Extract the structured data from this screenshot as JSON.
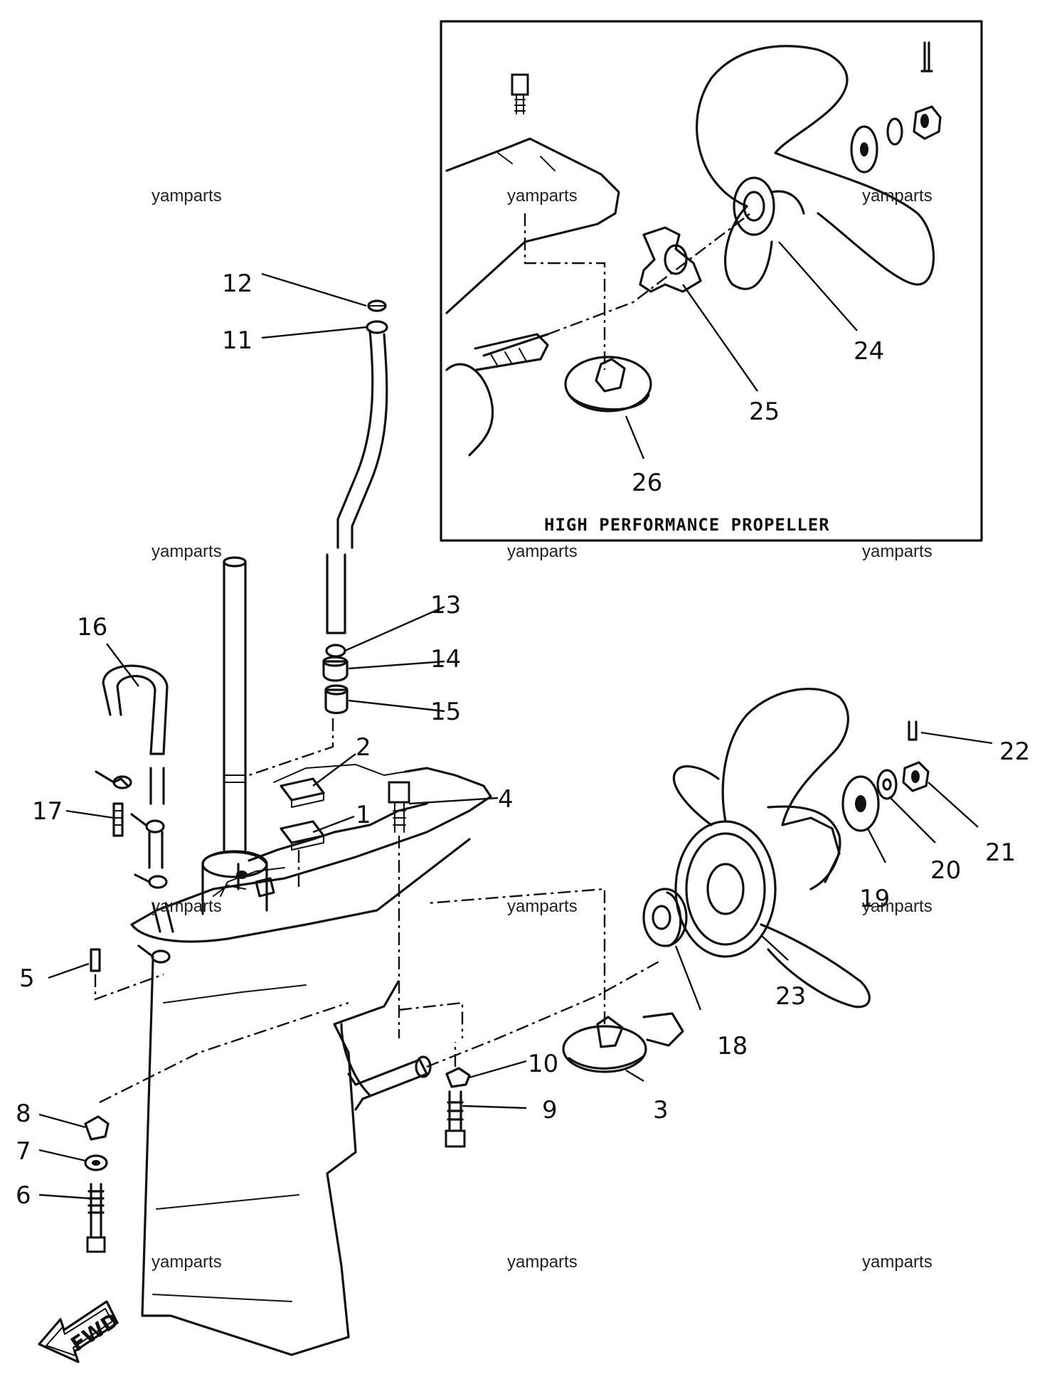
{
  "inset": {
    "caption": "HIGH PERFORMANCE PROPELLER"
  },
  "watermark": "yamparts",
  "fwd_label": "FWD",
  "callouts": [
    "1",
    "2",
    "3",
    "4",
    "5",
    "6",
    "7",
    "8",
    "9",
    "10",
    "11",
    "12",
    "13",
    "14",
    "15",
    "16",
    "17",
    "18",
    "19",
    "20",
    "21",
    "22",
    "23",
    "24",
    "25",
    "26"
  ]
}
